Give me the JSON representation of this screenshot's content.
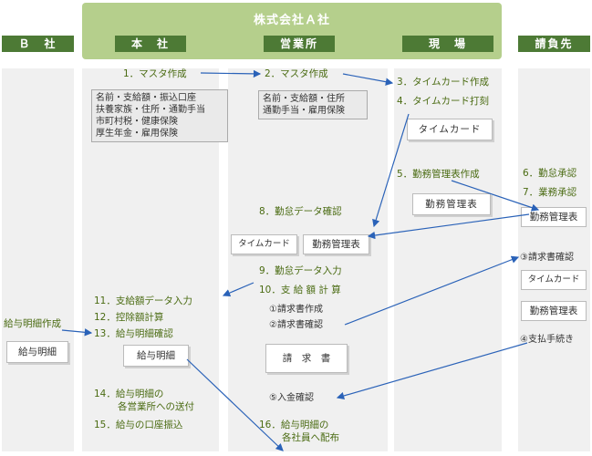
{
  "headers": {
    "company_a": "株式会社Ａ社",
    "b_company": "Ｂ　社",
    "honsha": "本　社",
    "eigyosho": "営業所",
    "genba": "現　場",
    "seifusaki": "請負先"
  },
  "steps": {
    "s1": "1．マスタ作成",
    "s2": "2．マスタ作成",
    "s3": "3．タイムカード作成",
    "s4": "4．タイムカード打刻",
    "s5": "5．勤務管理表作成",
    "s6": "6．勤怠承認",
    "s7": "7．業務承認",
    "s8": "8．勤怠データ確認",
    "s9": "9．勤怠データ入力",
    "s10": "10．支 給 額 計 算",
    "s11": "11．支給額データ入力",
    "s12": "12．控除額計算",
    "s13": "13．給与明細確認",
    "s14a": "14．給与明細の",
    "s14b": "各営業所への送付",
    "s15": "15．給与の口座振込",
    "s16a": "16．給与明細の",
    "s16b": "各社員へ配布"
  },
  "sub": {
    "c1": "①請求書作成",
    "c2": "②請求書確認",
    "c3": "③請求書確認",
    "c4": "④支払手続き",
    "c5": "⑤入金確認",
    "payslip_create": "給与明細作成"
  },
  "boxes": {
    "master_honsha": [
      "名前・支給額・振込口座",
      "扶養家族・住所・通勤手当",
      "市町村税・健康保険",
      "厚生年金・雇用保険"
    ],
    "master_eigyo": [
      "名前・支給額・住所",
      "通勤手当・雇用保険"
    ],
    "timecard": "タイムカード",
    "kinmu": "勤務管理表",
    "payslip": "給与明細",
    "invoice": "請　求　書"
  }
}
